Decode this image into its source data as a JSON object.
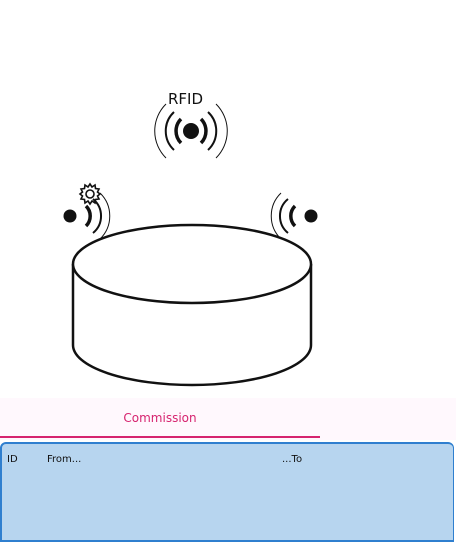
{
  "illustration": {
    "rfid_label": "RFID",
    "icons": [
      "rfid-broadcast-icon",
      "gear-icon",
      "signal-right-icon",
      "signal-left-icon",
      "cylinder-container-icon"
    ]
  },
  "tabs": [
    {
      "label": "Commission",
      "selected": true
    }
  ],
  "table": {
    "columns": [
      "ID",
      "From...",
      "...To"
    ]
  },
  "colors": {
    "accent": "#d6246f",
    "panel_bg": "#b7d5ef",
    "panel_border": "#2f7fcf"
  }
}
